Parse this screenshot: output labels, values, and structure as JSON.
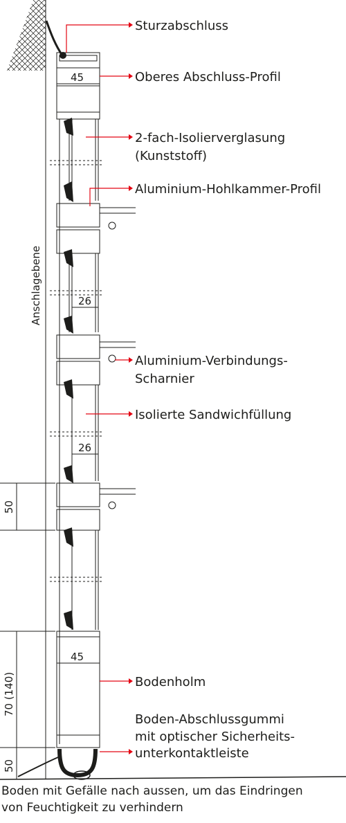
{
  "labels": {
    "sturzabschluss": "Sturzabschluss",
    "oberes_profil": "Oberes Abschluss-Profil",
    "verglasung_1": "2-fach-Isolierverglasung",
    "verglasung_2": "(Kunststoff)",
    "hohlkammer": "Aluminium-Hohlkammer-Profil",
    "scharnier_1": "Aluminium-Verbindungs-",
    "scharnier_2": "Scharnier",
    "sandwich": "Isolierte Sandwichfüllung",
    "bodenholm": "Bodenholm",
    "gummi_1": "Boden-Abschlussgummi",
    "gummi_2": "mit optischer Sicherheits-",
    "gummi_3": "unterkontaktleiste",
    "anschlagebene": "Anschlagebene"
  },
  "dimensions": {
    "top_width": "45",
    "glass_width_1": "26",
    "glass_width_2": "26",
    "section_height": "50",
    "bottom_height": "70 (140)",
    "seal_height": "50",
    "bottom_width": "45"
  },
  "caption": {
    "line1": "Boden mit Gefälle nach aussen, um das Eindringen",
    "line2": "von Feuchtigkeit zu verhindern"
  },
  "colors": {
    "leader": "#e30613",
    "line": "#1d1d1b"
  }
}
